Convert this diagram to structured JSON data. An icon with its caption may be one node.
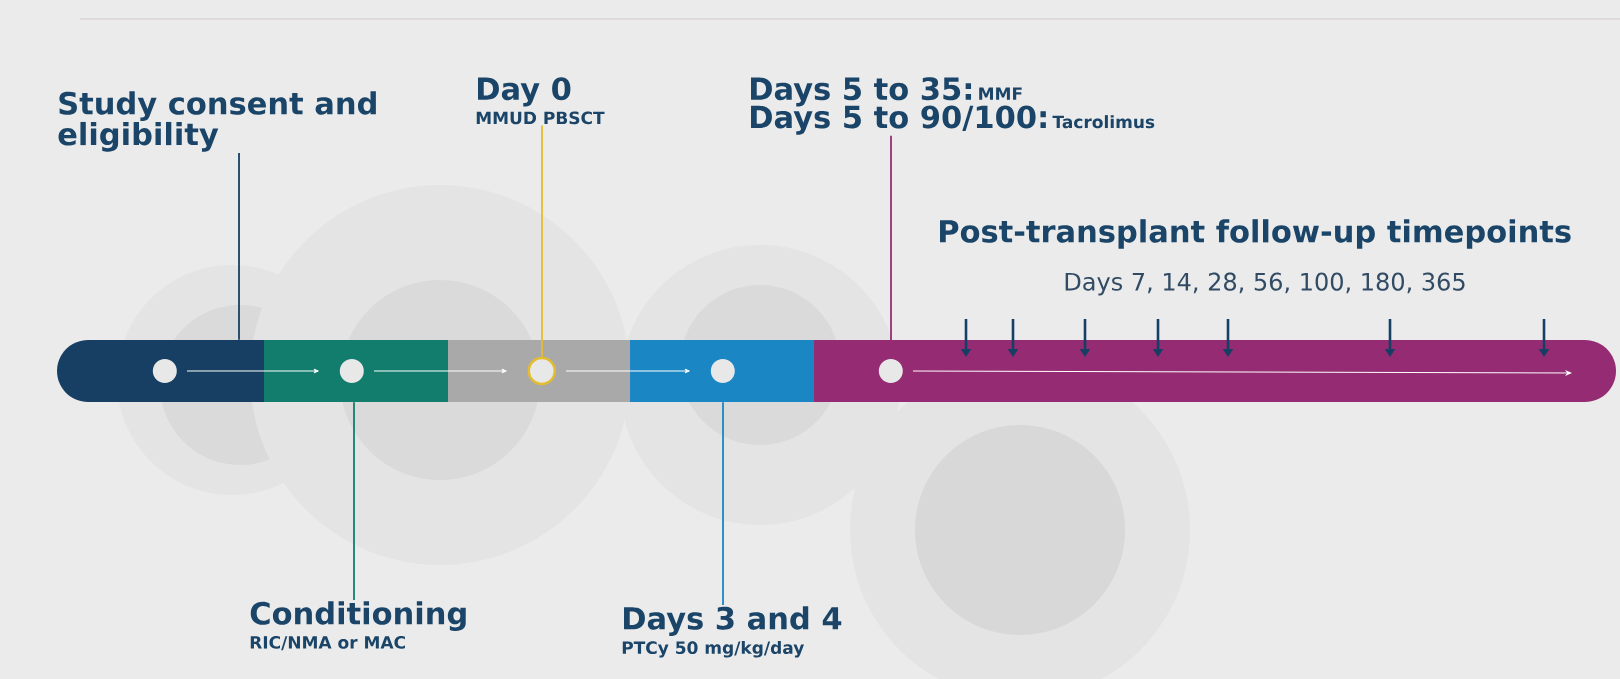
{
  "diagram": {
    "nodes": [
      {
        "text": [
          "Study consent and eligibility"
        ]
      },
      {
        "text": [
          "Day 0",
          "MMUD PBSCT"
        ]
      },
      {
        "text": [
          "Days 5 to 35:",
          "MMF",
          "Days 5 to 90/100:",
          "Tacrolimus"
        ]
      },
      {
        "text": [
          "Conditioning",
          "RIC/NMA or MAC"
        ]
      },
      {
        "text": [
          "Days 3 and 4",
          "PTCy 50 mg/kg/day"
        ]
      },
      {
        "text": [],
        "shape": "bar"
      },
      {
        "text": [],
        "shape": "bar"
      },
      {
        "text": [],
        "shape": "bar"
      },
      {
        "text": [],
        "shape": "bar"
      },
      {
        "text": [],
        "shape": "bar"
      },
      {
        "text": [],
        "shape": "circle",
        "in": 5
      },
      {
        "text": [],
        "shape": "circle",
        "in": 6
      },
      {
        "text": [],
        "shape": "circle",
        "in": 7
      },
      {
        "text": [],
        "shape": "circle",
        "in": 8
      },
      {
        "text": [],
        "shape": "circle",
        "in": 9
      }
    ],
    "edges": [
      {
        "from": 0,
        "to": 5,
        "arrow": "none",
        "color": "#173f63"
      },
      {
        "from": 1,
        "to": 12,
        "arrow": "none",
        "color": "#e3bd2e"
      },
      {
        "from": 2,
        "to": 14,
        "arrow": "none",
        "color": "#952c73"
      },
      {
        "from": 3,
        "to": 6,
        "arrow": "none",
        "color": "#127d6c"
      },
      {
        "from": 4,
        "to": 8,
        "arrow": "none",
        "color": "#1a86c4"
      },
      {
        "from": 10,
        "to": 11,
        "arrow": "to",
        "color": "#ffffff"
      },
      {
        "from": 11,
        "to": 12,
        "arrow": "to",
        "color": "#ffffff"
      },
      {
        "from": 12,
        "to": 13,
        "arrow": "to",
        "color": "#ffffff"
      },
      {
        "from": 14,
        "to": null,
        "arrow": "to",
        "color": "#ffffff"
      }
    ],
    "labels": [
      "Post-transplant follow-up timepoints",
      "Days 7, 14, 28, 56, 100, 180, 365"
    ]
  }
}
